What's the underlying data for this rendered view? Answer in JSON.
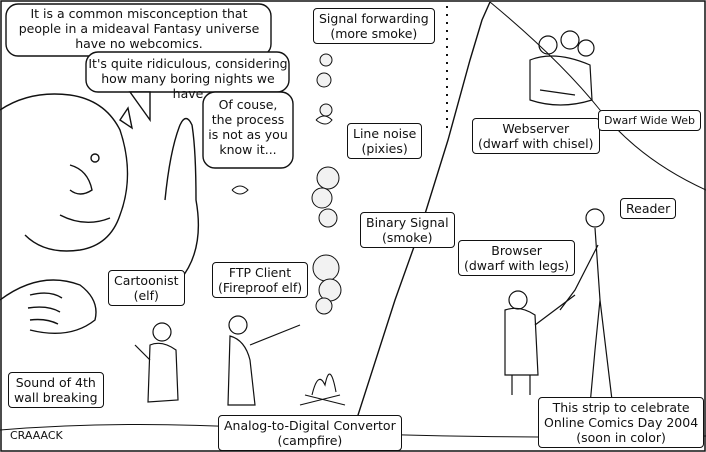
{
  "dialogue": {
    "line1": "It is a common misconception that\npeople in a mideaval Fantasy universe\nhave no webcomics.",
    "line2": "It's quite ridiculous, considering\nhow many boring nights we have",
    "line3": "Of couse,\nthe process\nis not as you\nknow it..."
  },
  "labels": {
    "signal_forwarding": "Signal forwarding\n(more smoke)",
    "line_noise": "Line noise\n(pixies)",
    "webserver": "Webserver\n(dwarf with chisel)",
    "dwarf_wide_web": "Dwarf Wide Web",
    "binary_signal": "Binary Signal\n(smoke)",
    "reader": "Reader",
    "browser": "Browser\n(dwarf with legs)",
    "cartoonist": "Cartoonist\n(elf)",
    "ftp_client": "FTP Client\n(Fireproof elf)",
    "sound": "Sound of 4th\nwall breaking",
    "craaack": "CRAAACK",
    "analog_digital": "Analog-to-Digital Convertor\n(campfire)",
    "celebrate": "This strip to celebrate\nOnline Comics Day 2004\n(soon in color)"
  }
}
